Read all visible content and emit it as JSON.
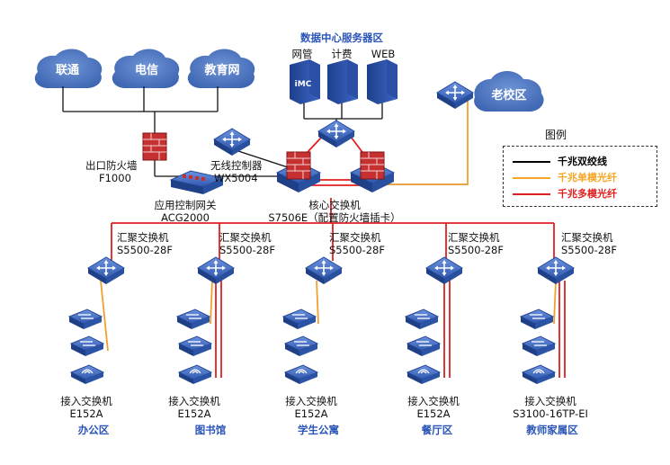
{
  "clouds": {
    "unicom": "联通",
    "telecom": "电信",
    "edunet": "教育网",
    "old_campus": "老校区"
  },
  "datacenter": {
    "title": "数据中心服务器区",
    "servers": {
      "netmgmt": "网管",
      "billing": "计费",
      "web": "WEB"
    },
    "imc_tag": "iMC"
  },
  "core": {
    "line1": "核心交换机",
    "line2": "S7506E（配置防火墙插卡）"
  },
  "firewall": {
    "line1": "出口防火墙",
    "line2": "F1000"
  },
  "wireless_ctrl": {
    "line1": "无线控制器",
    "line2": "WX5004"
  },
  "app_gateway": {
    "line1": "应用控制网关",
    "line2": "ACG2000"
  },
  "legend": {
    "title": "图例",
    "items": [
      {
        "label": "千兆双绞线",
        "color": "#000000"
      },
      {
        "label": "千兆单模光纤",
        "color": "#f5a623"
      },
      {
        "label": "千兆多模光纤",
        "color": "#e02020"
      }
    ]
  },
  "branches": [
    {
      "agg_line1": "汇聚交换机",
      "agg_line2": "S5500-28F",
      "acc_line1": "接入交换机",
      "acc_line2": "E152A",
      "area": "办公区"
    },
    {
      "agg_line1": "汇聚交换机",
      "agg_line2": "S5500-28F",
      "acc_line1": "接入交换机",
      "acc_line2": "E152A",
      "area": "图书馆"
    },
    {
      "agg_line1": "汇聚交换机",
      "agg_line2": "S5500-28F",
      "acc_line1": "接入交换机",
      "acc_line2": "E152A",
      "area": "学生公寓"
    },
    {
      "agg_line1": "汇聚交换机",
      "agg_line2": "S5500-28F",
      "acc_line1": "接入交换机",
      "acc_line2": "E152A",
      "area": "餐厅区"
    },
    {
      "agg_line1": "汇聚交换机",
      "agg_line2": "S5500-28F",
      "acc_line1": "接入交换机",
      "acc_line2": "S3100-16TP-EI",
      "area": "教师家属区"
    }
  ]
}
